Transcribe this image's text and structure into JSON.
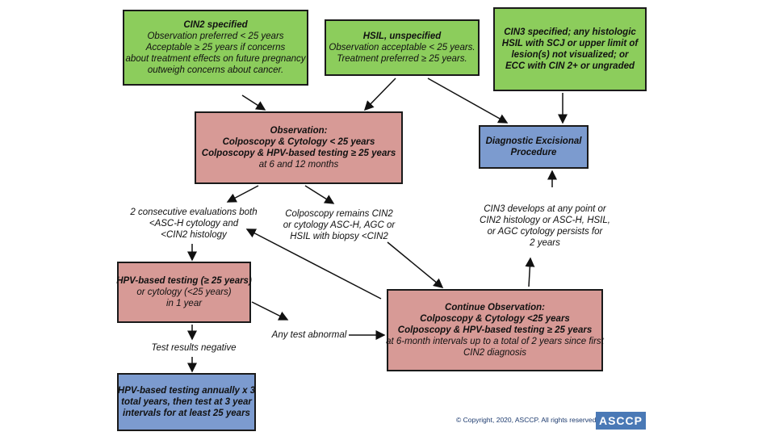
{
  "boxes": {
    "cin2": {
      "lines": [
        "CIN2 specified",
        "Observation preferred < 25 years",
        "Acceptable ≥ 25 years if concerns",
        "about treatment effects on future pregnancy",
        "outweigh concerns about cancer."
      ]
    },
    "hsil": {
      "lines": [
        "HSIL, unspecified",
        "Observation acceptable < 25 years.",
        "Treatment preferred ≥ 25 years."
      ]
    },
    "cin3": {
      "lines": [
        "CIN3 specified; any histologic",
        "HSIL with SCJ or upper limit of",
        "lesion(s) not visualized; or",
        "ECC with CIN 2+ or ungraded"
      ]
    },
    "observation": {
      "lines": [
        "Observation:",
        "Colposcopy & Cytology < 25 years",
        "Colposcopy & HPV-based testing ≥ 25 years",
        "at 6 and 12 months"
      ]
    },
    "diagnostic": {
      "lines": [
        "Diagnostic Excisional",
        "Procedure"
      ]
    },
    "hpv1": {
      "lines": [
        "HPV-based testing (≥ 25 years)",
        "or cytology (<25 years)",
        "in 1 year"
      ]
    },
    "continue": {
      "lines": [
        "Continue Observation:",
        "Colposcopy & Cytology <25 years",
        "Colposcopy & HPV-based testing ≥ 25 years",
        "at 6-month intervals up to a total of 2 years since first",
        "CIN2 diagnosis"
      ]
    },
    "hpvannual": {
      "lines": [
        "HPV-based testing annually x 3",
        "total years, then test at 3 year",
        "intervals for at least 25 years"
      ]
    }
  },
  "labels": {
    "two_consecutive": [
      "2 consecutive evaluations both",
      "<ASC-H cytology and",
      "<CIN2 histology"
    ],
    "colposcopy_remains": [
      "Colposcopy remains CIN2",
      "or cytology ASC-H, AGC or",
      "HSIL with biopsy <CIN2"
    ],
    "cin3_develops": [
      "CIN3 develops at any point or",
      "CIN2 histology or ASC-H, HSIL,",
      "or AGC cytology persists for",
      "2 years"
    ],
    "test_negative": [
      "Test results negative"
    ],
    "any_abnormal": [
      "Any test abnormal"
    ]
  },
  "footer": {
    "copyright": "© Copyright, 2020, ASCCP. All rights reserved.",
    "logo": "ASCCP"
  },
  "colors": {
    "green": "#8ccd5c",
    "pink": "#d79a96",
    "blue": "#7c9bcf"
  }
}
